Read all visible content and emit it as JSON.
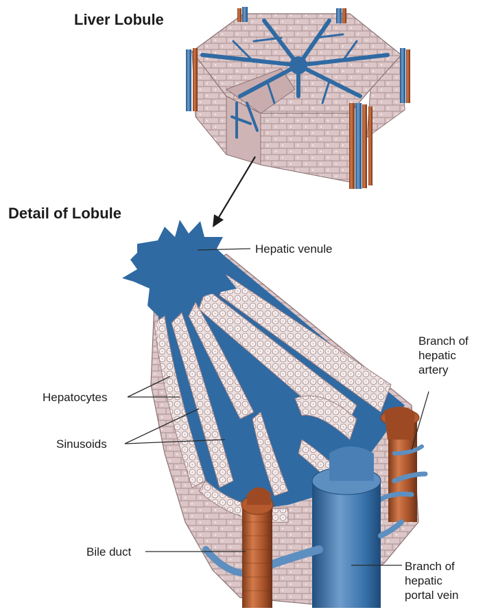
{
  "titles": {
    "top": "Liver Lobule",
    "detail": "Detail of Lobule"
  },
  "labels": {
    "hepatic_venule": "Hepatic venule",
    "hepatic_artery": [
      "Branch of",
      "hepatic",
      "artery"
    ],
    "hepatocytes": "Hepatocytes",
    "sinusoids": "Sinusoids",
    "bile_duct": "Bile duct",
    "portal_vein": [
      "Branch of",
      "hepatic",
      "portal vein"
    ]
  },
  "colors": {
    "tissue": "#d9c3c4",
    "tissue_dark": "#c9acae",
    "vein_blue": "#2f6aa3",
    "vein_blue_light": "#5d8fc0",
    "artery_brown": "#b45a2e",
    "artery_dark": "#7d3a1a",
    "outline": "#8a7173"
  }
}
